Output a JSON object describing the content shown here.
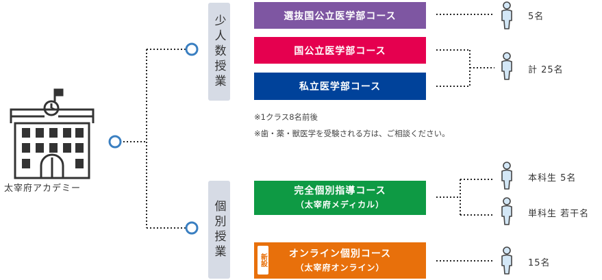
{
  "school": {
    "label": "太宰府アカデミー"
  },
  "groups": [
    {
      "label": "少人数授業"
    },
    {
      "label": "個別授業"
    }
  ],
  "courses": [
    {
      "label": "選抜国公立医学部コース",
      "color": "#7e56a2"
    },
    {
      "label": "国公立医学部コース",
      "color": "#e5004f"
    },
    {
      "label": "私立医学部コース",
      "color": "#00429a"
    },
    {
      "label": "完全個別指導コース",
      "sub": "（太宰府メディカル）",
      "color": "#0e9a44"
    },
    {
      "label": "オンライン個別コース",
      "sub": "（太宰府オンライン）",
      "color": "#e8700b",
      "badge": "新設"
    }
  ],
  "counts": [
    "5名",
    "計 25名",
    "本科生 5名",
    "単科生 若干名",
    "15名"
  ],
  "notes": [
    "※1クラス8名前後",
    "※歯・薬・獣医学を受験される方は、ご相談ください。"
  ],
  "colors": {
    "node_ring": "#3a7fc1",
    "person_fill": "#d3e7f6",
    "person_stroke": "#444444",
    "line": "#222222"
  },
  "icons": [
    "school-building-icon",
    "person-icon"
  ]
}
